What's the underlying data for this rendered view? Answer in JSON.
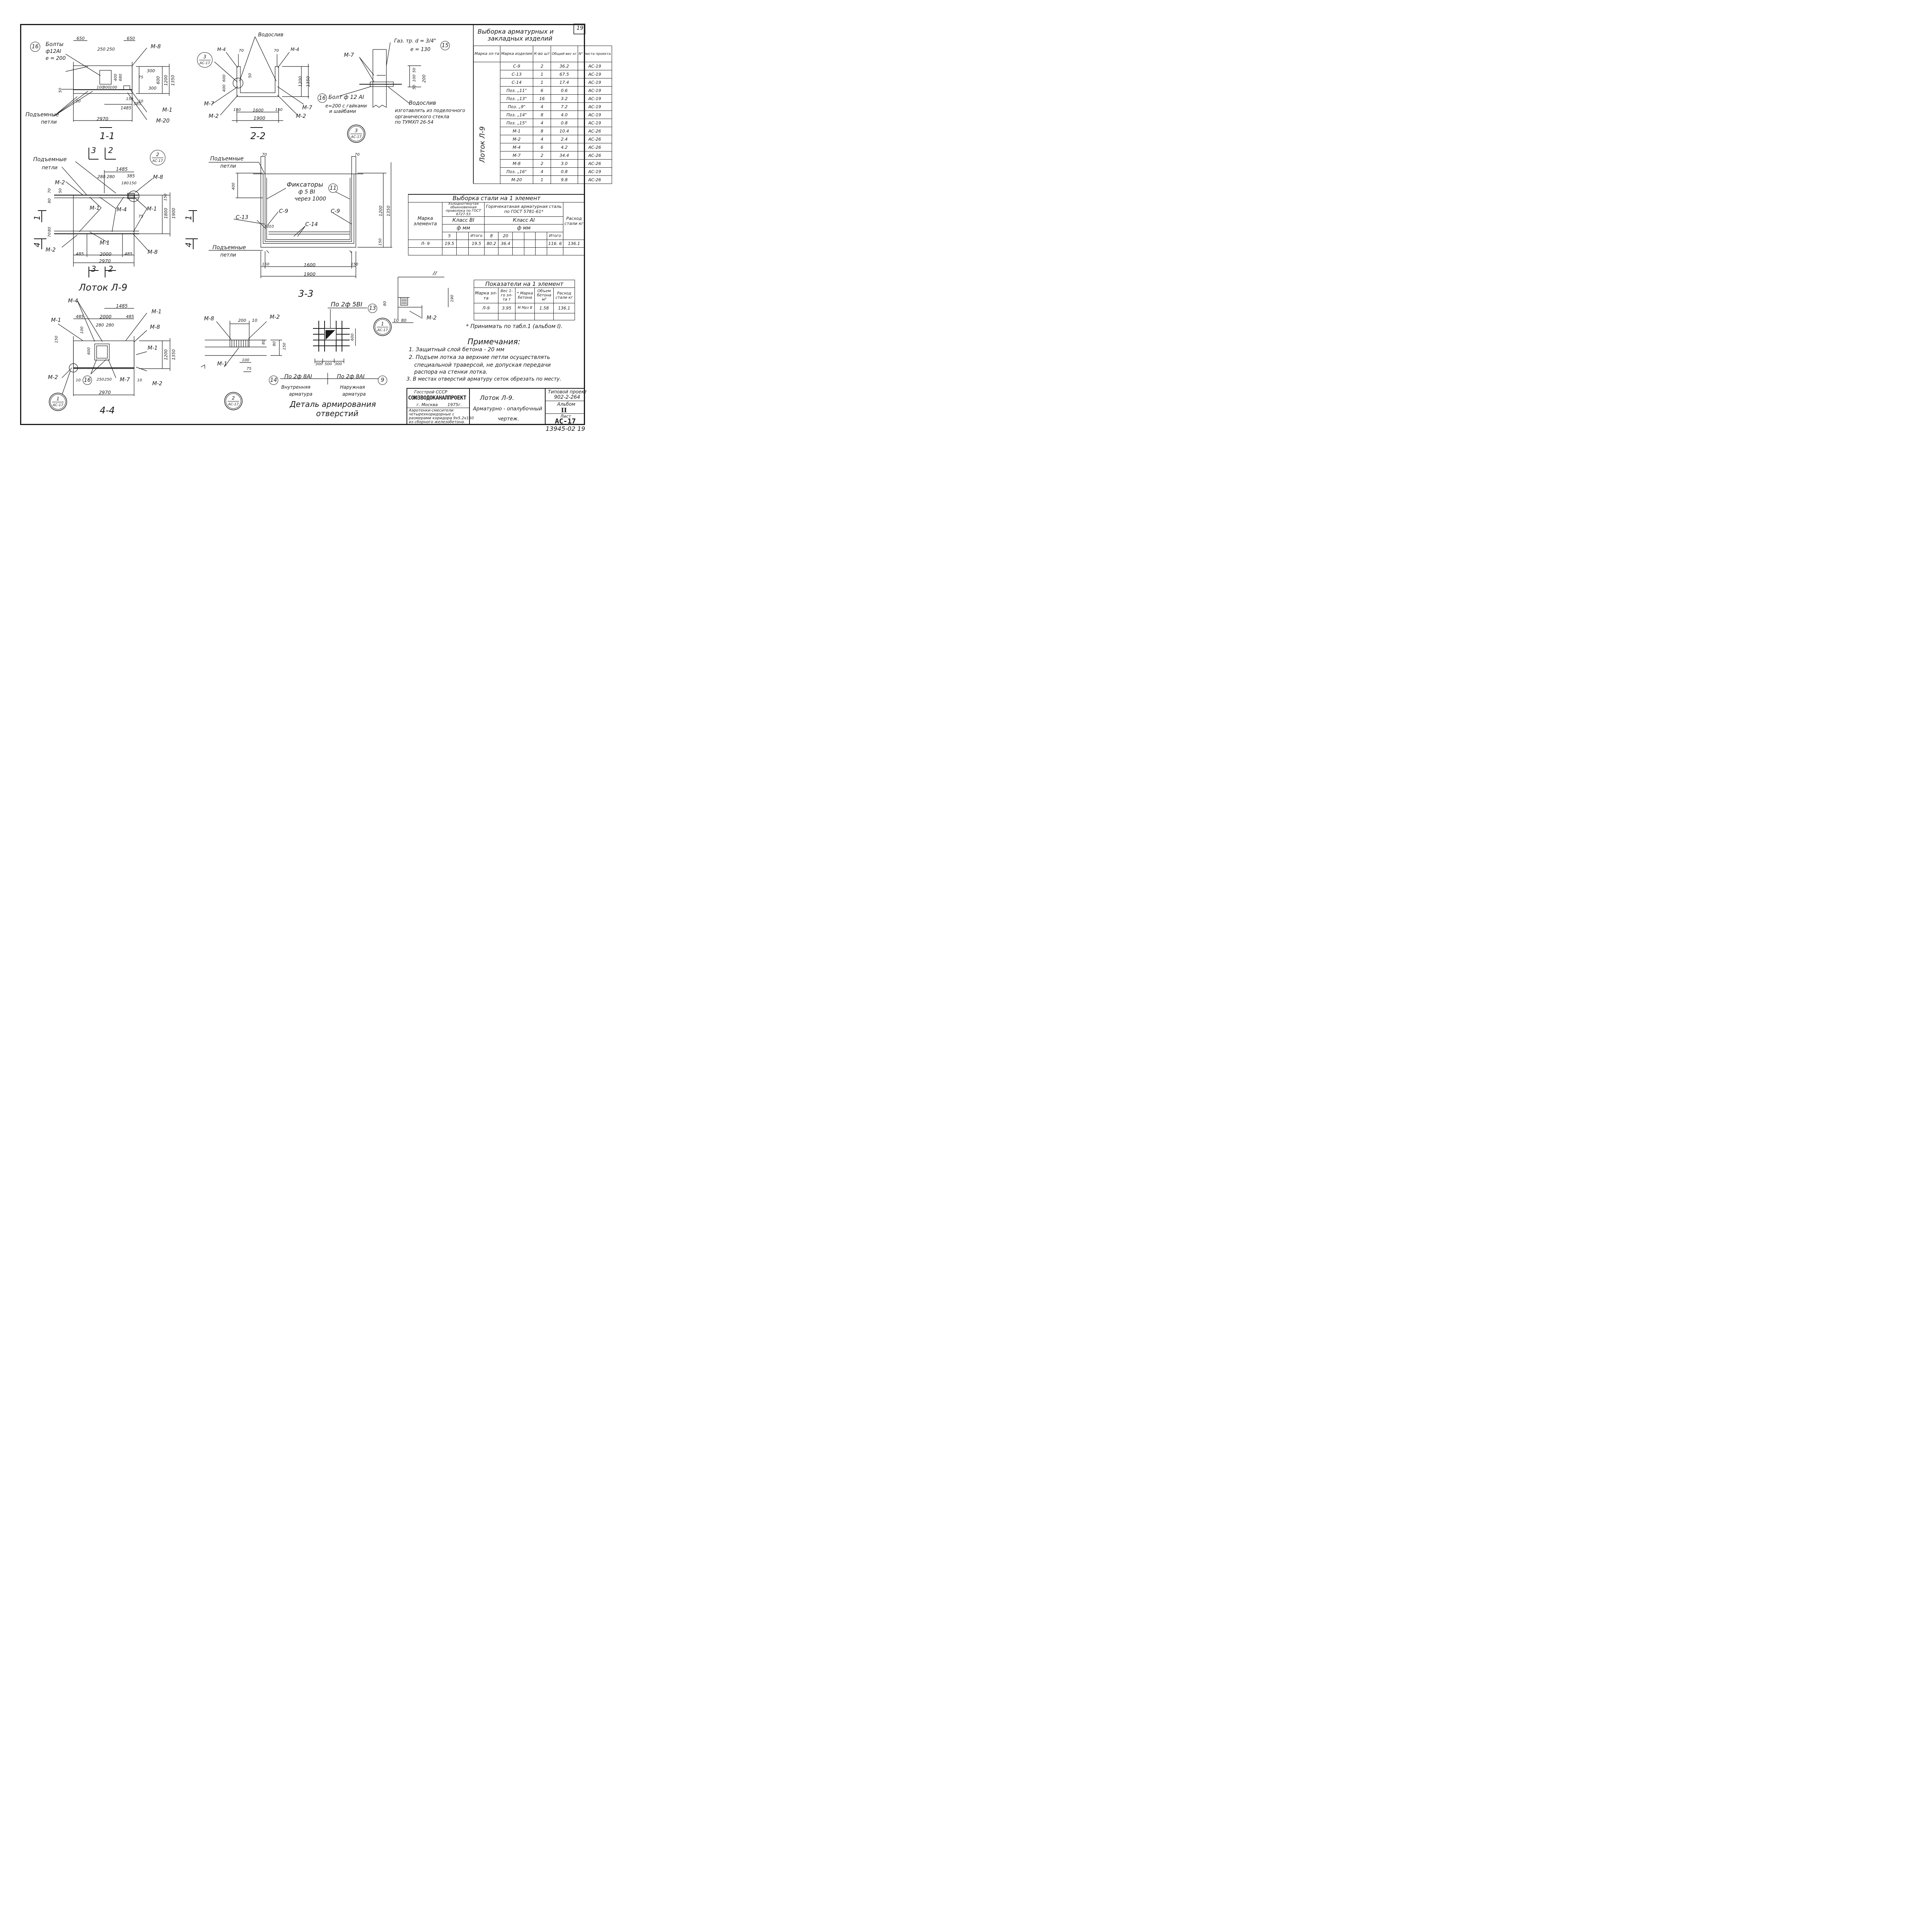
{
  "sheet": {
    "number_top": "19",
    "archive_number": "13945-02 19"
  },
  "sections": {
    "s1": {
      "title": "1-1",
      "dims": [
        "650",
        "650",
        "250",
        "250",
        "100",
        "300",
        "100",
        "300",
        "600",
        "1200",
        "1350",
        "300",
        "400",
        "680",
        "100",
        "150",
        "385",
        "1485",
        "2970",
        "50",
        "10",
        "75",
        "10",
        "25"
      ],
      "labels": [
        "M-8",
        "M-1",
        "M-20",
        "Болты",
        "ф12AI",
        "e = 200",
        "Подъемные",
        "петли"
      ]
    },
    "s2": {
      "title": "2-2",
      "dims": [
        "70",
        "70",
        "400",
        "600",
        "1200",
        "1350",
        "150",
        "1600",
        "150",
        "1900",
        "50"
      ],
      "labels": [
        "Водослив",
        "M-4",
        "M-4",
        "M-7",
        "M-7",
        "M-2",
        "M-2"
      ]
    },
    "s3": {
      "title": "3-3",
      "dims": [
        "70",
        "70",
        "400",
        "1200",
        "1350",
        "150",
        "150",
        "1600",
        "150",
        "1900"
      ],
      "labels": [
        "Подъемные",
        "петли",
        "Фиксаторы",
        "ф 5 BI",
        "через 1000",
        "C-13",
        "C-9",
        "C-9",
        "C-14",
        "Подъемные",
        "петли",
        "10",
        "10"
      ]
    },
    "s4": {
      "title": "4-4",
      "dims": [
        "1485",
        "485",
        "2000",
        "485",
        "280",
        "280",
        "100",
        "600",
        "150",
        "1200",
        "1350",
        "250",
        "250",
        "2970",
        "10",
        "10"
      ],
      "labels": [
        "M-4",
        "M-1",
        "M-1",
        "M-8",
        "M-1",
        "M-2",
        "M-7",
        "M-2"
      ]
    },
    "plan": {
      "title": "Лоток Л-9",
      "dims": [
        "1485",
        "280",
        "280",
        "180",
        "150",
        "385",
        "70",
        "80",
        "50",
        "150",
        "1800",
        "1900",
        "75",
        "485",
        "2000",
        "485",
        "2970",
        "70",
        "80"
      ],
      "labels": [
        "Подъемные",
        "петли",
        "M-2",
        "M-1",
        "M-4",
        "M-1",
        "M-1",
        "M-8",
        "M-2",
        "M-8"
      ]
    },
    "pipe": {
      "labels": [
        "Газ. тр. d = 3/4\"",
        "e = 130",
        "M-7",
        "Болт ф 12 AI",
        "e=200 с гайками",
        "и шайбами",
        "Водослив",
        "изготавлять из поделочного",
        "органического стекла",
        "по ТУМХП 26-54"
      ],
      "dims": [
        "50",
        "100",
        "200",
        "50"
      ]
    },
    "detail": {
      "title_line1": "Деталь армирования",
      "title_line2": "отверстий",
      "labels": [
        "M-8",
        "M-2",
        "M-1",
        "По 2ф 5BI",
        "По 2ф 8AI",
        "По 2ф 8AI",
        "Внутренняя",
        "арматура",
        "Наружная",
        "арматура"
      ],
      "dims": [
        "200",
        "10",
        "80",
        "80",
        "150",
        "100",
        "75",
        "300",
        "500",
        "300",
        "600",
        "10"
      ]
    },
    "detail1": {
      "labels": [
        "M-2"
      ],
      "dims": [
        "10",
        "80",
        "190",
        "80"
      ]
    }
  },
  "callouts": {
    "c16a": "16",
    "c16b": "16",
    "c16c": "16",
    "c15": "15",
    "c11": "11",
    "c13": "13",
    "c14": "14",
    "c9": "9",
    "ref_3_ac17_a": {
      "num": "3",
      "sheet": "AC-17"
    },
    "ref_3_ac17_b": {
      "num": "3",
      "sheet": "AC-17"
    },
    "ref_2_ac17_a": {
      "num": "2",
      "sheet": "AC-17"
    },
    "ref_2_ac17_b": {
      "num": "2",
      "sheet": "AC-17"
    },
    "ref_1_ac17_a": {
      "num": "1",
      "sheet": "AC-17"
    },
    "ref_1_ac17_b": {
      "num": "1",
      "sheet": "AC-17"
    },
    "cut_marks": [
      "3",
      "2",
      "3",
      "2",
      "1",
      "1",
      "4",
      "4"
    ]
  },
  "spec_table": {
    "title_line1": "Выборка арматурных и",
    "title_line2": "закладных изделий",
    "headers": [
      "Марка эл-та",
      "Марка изделия",
      "К-во шт",
      "Общий вес кг",
      "N° листа проекта"
    ],
    "group": "Лоток Л-9",
    "rows": [
      [
        "C-9",
        "2",
        "36.2",
        "AC-19"
      ],
      [
        "C-13",
        "1",
        "67.5",
        "AC-19"
      ],
      [
        "C-14",
        "1",
        "17.4",
        "AC-19"
      ],
      [
        "Поз. „11\"",
        "6",
        "0.6",
        "AC-19"
      ],
      [
        "Поз. „13\"",
        "16",
        "3.2",
        "AC-19"
      ],
      [
        "Поз. „9\"",
        "4",
        "7.2",
        "AC-19"
      ],
      [
        "Поз. „14\"",
        "8",
        "4.0",
        "AC-19"
      ],
      [
        "Поз. „15\"",
        "4",
        "0.8",
        "AC-19"
      ],
      [
        "M-1",
        "8",
        "10.4",
        "AC-26"
      ],
      [
        "M-2",
        "4",
        "2.4",
        "AC-26"
      ],
      [
        "M-4",
        "6",
        "4.2",
        "AC-26"
      ],
      [
        "M-7",
        "2",
        "34.4",
        "AC-26"
      ],
      [
        "M-8",
        "2",
        "3.0",
        "AC-26"
      ],
      [
        "Поз. „16\"",
        "4",
        "0.8",
        "AC-19"
      ],
      [
        "M-20",
        "1",
        "9.8",
        "AC-26"
      ]
    ]
  },
  "steel_table": {
    "title": "Выборка стали на 1 элемент",
    "col_mark": "Марка элемента",
    "group1": "Холоднотянутая обыкновенная проволока по ГОСТ 6727-53",
    "group2": "Горячекатаная арматурная сталь по ГОСТ 5781-61*",
    "class1": "Класс BI",
    "class2": "Класс AI",
    "diam": "ф мм",
    "col_total": "Расход стали кг",
    "subcols": [
      "5",
      "",
      "Итого",
      "8",
      "20",
      "",
      "",
      "",
      "Итого"
    ],
    "row": [
      "Л- 9",
      "19.5",
      "",
      "19.5",
      "80.2",
      "36.4",
      "",
      "",
      "",
      "116. 6",
      "136.1"
    ]
  },
  "indicators": {
    "title": "Показатели на 1 элемент",
    "headers": [
      "Марка эл-та",
      "Вес 1-го эл-та т",
      "* Марка бетона",
      "Объем бетона м³",
      "Расход стали кг"
    ],
    "row": [
      "Л-9",
      "3.95",
      "M Mрз B",
      "1.58",
      "136.1"
    ],
    "footnote": "* Принимать по табл.1 (альбом I)."
  },
  "notes": {
    "title": "Примечания:",
    "items": [
      "1. Защитный слой бетона - 20 мм",
      "2. Подъем лотка за верхние петли осуществлять",
      "специальной траверсой, не допуская передачи",
      "распора на стенки лотка.",
      "3. В местах отверстий арматуру сеток обрезать по месту."
    ]
  },
  "title_block": {
    "org_line1": "Госстрой СССР",
    "org_name": "СОЮЗВОДОКАНАЛПРОЕКТ",
    "city": "г. Москва",
    "year": "1975г.",
    "project_desc": [
      "Аэротенки-смесители",
      "четырехкоридорные с",
      "размерами коридора 9х5.2х150",
      "из сборного железобетона."
    ],
    "drawing_name": "Лоток Л-9.",
    "drawing_type_line1": "Арматурно - опалубочный",
    "drawing_type_line2": "чертеж.",
    "typical_project_label": "Типовой проект",
    "typical_project": "902-2-264",
    "album_label": "Альбом",
    "album": "II",
    "sheet_label": "Лист",
    "sheet": "AC-17"
  },
  "colors": {
    "ink": "#1a1a1a",
    "paper": "#ffffff"
  }
}
